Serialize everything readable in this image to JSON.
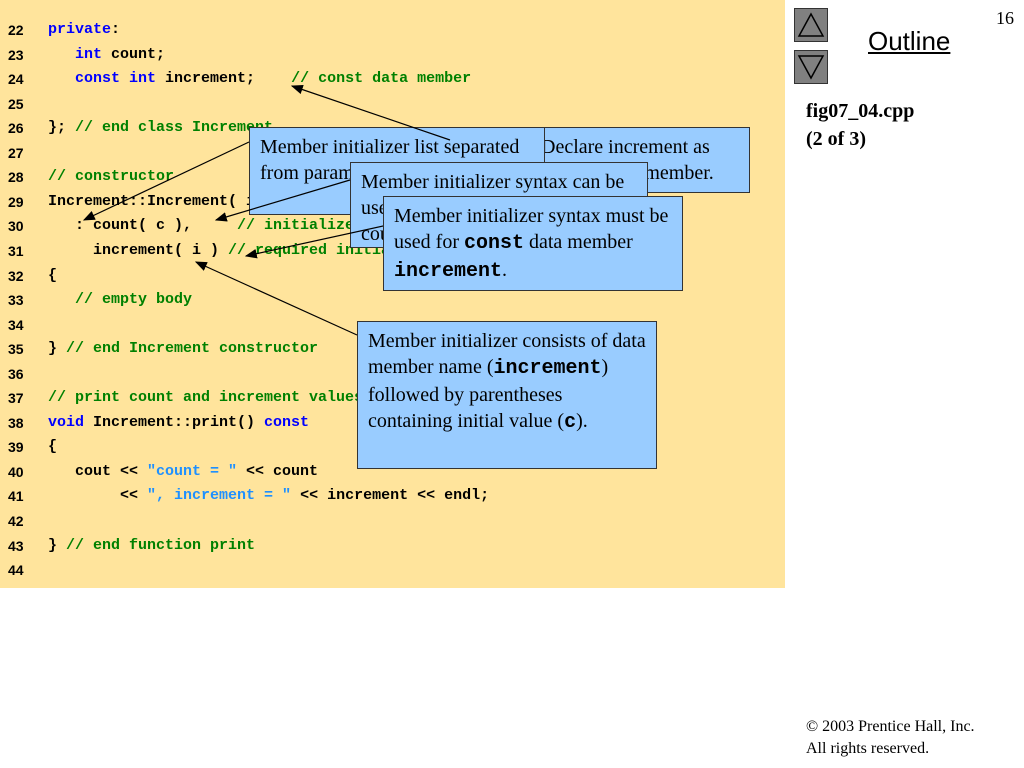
{
  "slide": {
    "page_number": "16",
    "outline_label": "Outline",
    "file_name": "fig07_04.cpp",
    "part_label": "(2 of 3)",
    "copyright_line1": "© 2003 Prentice Hall, Inc.",
    "copyright_line2": "All rights reserved."
  },
  "code_lines": [
    {
      "num": "22",
      "tokens": [
        {
          "t": "private",
          "c": "k"
        },
        {
          "t": ":",
          "c": "p"
        }
      ]
    },
    {
      "num": "23",
      "tokens": [
        {
          "t": "   int",
          "c": "k"
        },
        {
          "t": " count;",
          "c": "p"
        }
      ]
    },
    {
      "num": "24",
      "tokens": [
        {
          "t": "   const int",
          "c": "k"
        },
        {
          "t": " increment;    ",
          "c": "p"
        },
        {
          "t": "// const data member",
          "c": "c"
        }
      ]
    },
    {
      "num": "25",
      "tokens": []
    },
    {
      "num": "26",
      "tokens": [
        {
          "t": "}; ",
          "c": "p"
        },
        {
          "t": "// end class Increment",
          "c": "c"
        }
      ]
    },
    {
      "num": "27",
      "tokens": []
    },
    {
      "num": "28",
      "tokens": [
        {
          "t": "// constructor",
          "c": "c"
        }
      ]
    },
    {
      "num": "29",
      "tokens": [
        {
          "t": "Increment::Increment( int c, int i )",
          "c": "p"
        }
      ]
    },
    {
      "num": "30",
      "tokens": [
        {
          "t": "   : count( c ),     ",
          "c": "p"
        },
        {
          "t": "// initializer for non-const member",
          "c": "c"
        }
      ]
    },
    {
      "num": "31",
      "tokens": [
        {
          "t": "     increment( i ) ",
          "c": "p"
        },
        {
          "t": "// required initializer for const member",
          "c": "c"
        }
      ]
    },
    {
      "num": "32",
      "tokens": [
        {
          "t": "{",
          "c": "p"
        }
      ]
    },
    {
      "num": "33",
      "tokens": [
        {
          "t": "   // empty body",
          "c": "c"
        }
      ]
    },
    {
      "num": "34",
      "tokens": []
    },
    {
      "num": "35",
      "tokens": [
        {
          "t": "} ",
          "c": "p"
        },
        {
          "t": "// end Increment constructor",
          "c": "c"
        }
      ]
    },
    {
      "num": "36",
      "tokens": []
    },
    {
      "num": "37",
      "tokens": [
        {
          "t": "// print count and increment values",
          "c": "c"
        }
      ]
    },
    {
      "num": "38",
      "tokens": [
        {
          "t": "void",
          "c": "k"
        },
        {
          "t": " Increment::print() ",
          "c": "p"
        },
        {
          "t": "const",
          "c": "k"
        }
      ]
    },
    {
      "num": "39",
      "tokens": [
        {
          "t": "{",
          "c": "p"
        }
      ]
    },
    {
      "num": "40",
      "tokens": [
        {
          "t": "   cout << ",
          "c": "p"
        },
        {
          "t": "\"count = \"",
          "c": "s"
        },
        {
          "t": " << count",
          "c": "p"
        }
      ]
    },
    {
      "num": "41",
      "tokens": [
        {
          "t": "        << ",
          "c": "p"
        },
        {
          "t": "\", increment = \"",
          "c": "s"
        },
        {
          "t": " << increment << endl;",
          "c": "p"
        }
      ]
    },
    {
      "num": "42",
      "tokens": []
    },
    {
      "num": "43",
      "tokens": [
        {
          "t": "} ",
          "c": "p"
        },
        {
          "t": "// end function print",
          "c": "c"
        }
      ]
    },
    {
      "num": "44",
      "tokens": []
    }
  ],
  "callouts": {
    "declare": {
      "pre": "Declare increment as ",
      "mono": "const",
      "post": " data member."
    },
    "list": {
      "text": "Member initializer list separated from parameter list by colon."
    },
    "syntax_can": {
      "text": "Member initializer syntax can be used for non-const data member count."
    },
    "syntax_must": {
      "pre": "Member initializer syntax must be used for ",
      "mono": "const",
      "mid": " data member ",
      "mono2": "increment",
      "post": "."
    },
    "consists": {
      "pre": "Member initializer consists of data member name (",
      "mono": "increment",
      "mid": ") followed by parentheses containing initial value (",
      "mono2": "c",
      "post": ")."
    }
  },
  "icons": {
    "nav_up": "triangle-up-icon",
    "nav_down": "triangle-down-icon"
  },
  "colors": {
    "code_bg": "#ffe49c",
    "callout_bg": "#99ccff",
    "keyword": "#0000ff",
    "comment": "#008000",
    "string": "#1e90ff"
  }
}
